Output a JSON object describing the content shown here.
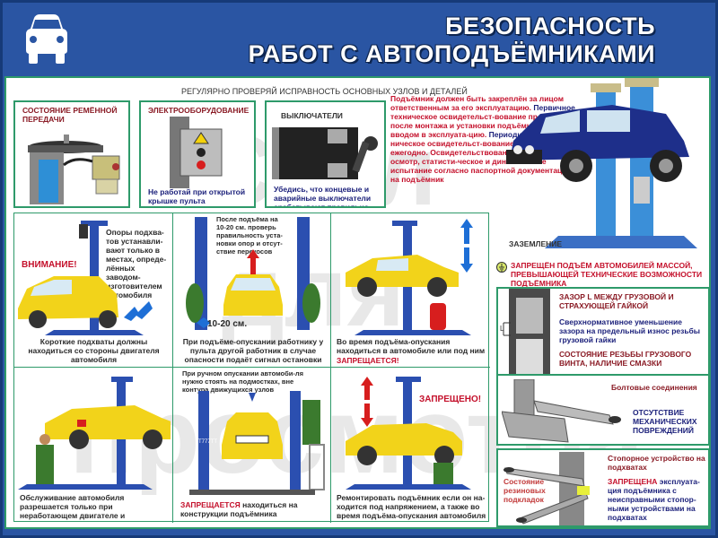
{
  "header": {
    "title_line1": "БЕЗОПАСНОСТЬ",
    "title_line2": "РАБОТ С АВТОПОДЪЁМНИКАМИ",
    "logo_icon": "car-front-icon"
  },
  "colors": {
    "banner_blue": "#2a55a3",
    "border_green": "#2e9a6a",
    "warning_red": "#c4102b",
    "text_navy": "#1a1f7a",
    "lift_blue": "#2b4fb0",
    "car_yellow": "#f2d31a"
  },
  "top_section": {
    "heading": "РЕГУЛЯРНО ПРОВЕРЯЙ ИСПРАВНОСТЬ ОСНОВНЫХ УЗЛОВ И ДЕТАЛЕЙ",
    "cards": [
      {
        "title": "СОСТОЯНИЕ РЕМЁННОЙ ПЕРЕДАЧИ",
        "caption": "",
        "icon": "belt-drive-motor-icon"
      },
      {
        "title": "ЭЛЕКТРООБОРУДОВАНИЕ",
        "caption": "Не работай при открытой крышке пульта",
        "icon": "control-panel-icon"
      },
      {
        "title": "ВЫКЛЮЧАТЕЛИ",
        "caption": "Убедись, что концевые и аварийные выключатели срабатывают правильно",
        "icon": "limit-switch-icon"
      }
    ],
    "inspection_text": {
      "p1": "Подъёмник должен быть закреплён за лицом ответственным за его эксплуатацию.",
      "p2_highlight": "Первичное",
      "p2": " техническое освидетельст-вование проводят после монтажа и установки подъёмника перед вводом в эксплуата-цию.",
      "p3_highlight": "Периодическое",
      "p3": " тех-ническое освидетельст-вование проводят ежегодно.",
      "p4": "Освидетельствование включает осмотр, статисти-ческое и динамическое испытание согласно паспортной документации на подъёмник"
    }
  },
  "grid": {
    "cells": [
      {
        "id": "support-points",
        "warning": "ВНИМАНИЕ!",
        "note": "Опоры подхва-тов устанавли-вают только в местах, опреде-лённых заводом-изготовителем автомобиля",
        "caption": "Короткие подхваты должны находиться со стороны двигателя автомобиля"
      },
      {
        "id": "lift-check",
        "note": "После подъёма на 10-20 см. проверь правильность уста-новки опор и отсут-ствие перекосов",
        "measure": "10-20 см.",
        "caption": "При подъёме-опускании работнику у пульта другой работник в случае опасности подаёт сигнал остановки"
      },
      {
        "id": "no-presence",
        "caption": "Во время подъёма-опускания находиться в автомобиле или под ним",
        "warning": "ЗАПРЕЩАЕТСЯ!"
      },
      {
        "id": "service-allowed",
        "caption": "Обслуживание автомобиля разрешается только при неработающем двигателе и отключенном напряжении на подъёмнике"
      },
      {
        "id": "manual-lowering",
        "note": "При ручном опускании автомоби-ля нужно стоять на подмостках, вне контура движущихся узлов",
        "plate": "Т777ТТ",
        "warning": "ЗАПРЕЩАЕТСЯ",
        "caption": " находиться на конструкции подъёмника"
      },
      {
        "id": "repair-forbidden",
        "warning": "ЗАПРЕЩЕНО!",
        "caption": "Ремонтировать подъёмник если он на-ходится под напряжением, а также во время подъёма-опускания автомобиля"
      }
    ]
  },
  "right_column": {
    "grounding_label": "ЗАЗЕМЛЕНИЕ",
    "ground_icon": "ground-icon",
    "overload_warning": "ЗАПРЕЩЁН ПОДЪЁМ АВТОМОБИЛЕЙ МАССОЙ, ПРЕВЫШАЮЩЕЙ ТЕХНИЧЕСКИЕ ВОЗМОЖНОСТИ ПОДЪЁМНИКА",
    "nut_gap": {
      "title": "ЗАЗОР L МЕЖДУ ГРУЗОВОЙ И СТРАХУЮЩЕЙ ГАЙКОЙ",
      "note": "Сверхнормативное уменьшение зазора на предельный износ резьбы грузовой гайки",
      "screw": "СОСТОЯНИЕ РЕЗЬБЫ ГРУЗОВОГО ВИНТА, НАЛИЧИЕ СМАЗКИ",
      "marker": "L"
    },
    "bolts": {
      "title": "Болтовые соединения",
      "note": "ОТСУТСТВИЕ МЕХАНИЧЕСКИХ ПОВРЕЖДЕНИЙ"
    },
    "stoppers": {
      "title": "Стопорное устройство на подхватах",
      "pads": "Состояние резиновых подкладок",
      "warning": "ЗАПРЕЩЕНА",
      "note": " эксплуата-ция подъёмника с неисправными стопор-ными устройствами на подхватах"
    }
  },
  "watermark": {
    "line1": "Согл",
    "line2": "для",
    "line3": "просмотра"
  }
}
